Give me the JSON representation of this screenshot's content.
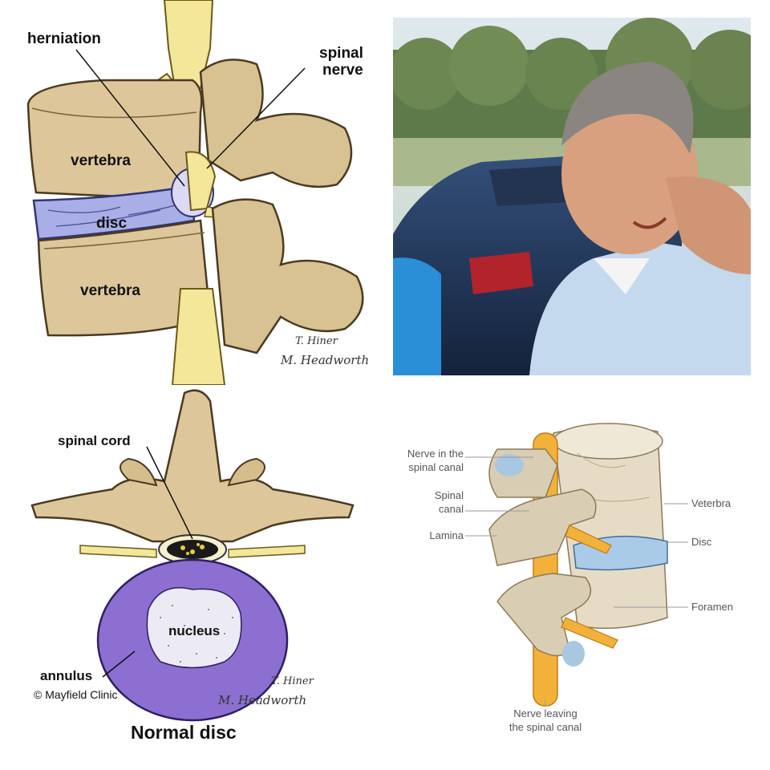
{
  "panel_herniation": {
    "herniation": "herniation",
    "spinal_nerve_1": "spinal",
    "spinal_nerve_2": "nerve",
    "vertebra_top": "vertebra",
    "disc": "disc",
    "vertebra_bottom": "vertebra",
    "signature_1": "T. Hiner",
    "signature_2": "M. Headworth"
  },
  "panel_normal_disc": {
    "spinal_cord": "spinal cord",
    "nucleus": "nucleus",
    "annulus": "annulus",
    "copyright": "© Mayfield Clinic",
    "caption": "Normal disc",
    "signature_1": "T. Hiner",
    "signature_2": "M. Headworth"
  },
  "panel_anatomy": {
    "nerve_in_canal_1": "Nerve in the",
    "nerve_in_canal_2": "spinal canal",
    "spinal_canal_1": "Spinal",
    "spinal_canal_2": "canal",
    "lamina": "Lamina",
    "veterbra": "Veterbra",
    "disc": "Disc",
    "foramen": "Foramen",
    "nerve_leaving_1": "Nerve leaving",
    "nerve_leaving_2": "the spinal canal"
  }
}
